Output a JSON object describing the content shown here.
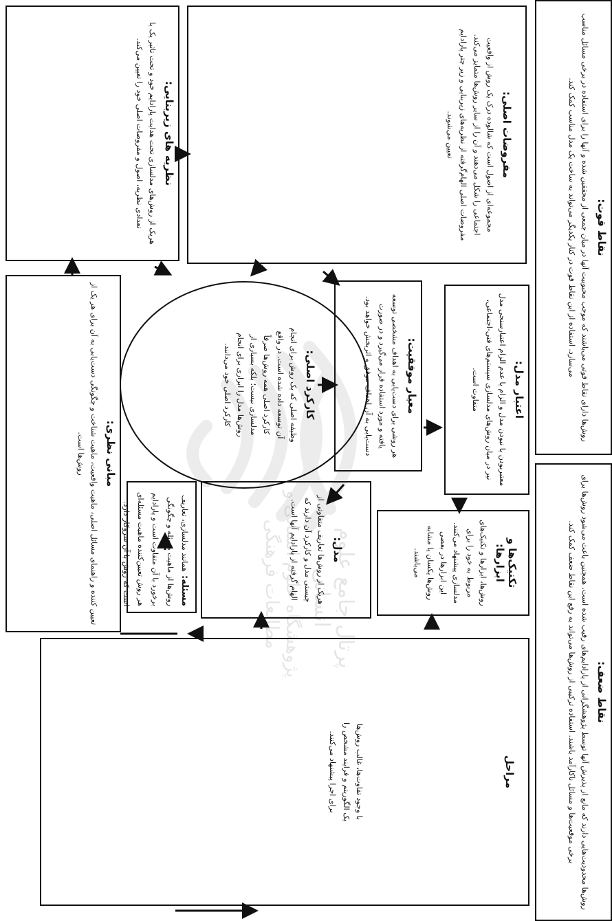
{
  "stages": {
    "title": "مراحل",
    "text": "با وجود تفاوت‌ها، غالب روش‌ها یک الگوریتم و فرایند مشخص را برای اجرا پیشنهاد می‌کنند."
  },
  "theoretical_foundations": {
    "title": "مبانی نظری:",
    "text": "تعیین کننده و راهنمای مسائل اصلی، ماهیت واقعیت، ماهیت شناخت و چگونگی دست‌یابی به آن برای هر یک از روش‌ها است."
  },
  "underlying_theories": {
    "title": "نظریه های زیربنایی:",
    "text": "هریک از روش‌های مدلسازی تحت هدایت پارادایم خود و تحت تاثیر یک یا تعدادی نظریه، اصول و مفروضات اصلی خود را تعیین می‌کند."
  },
  "main_assumptions": {
    "title": "مفروضات اصلی:",
    "text": "مجموعه‌ای از اصول است که شالوده درک یک روش از واقعیت اجتماعی را شکل می‌دهند و آن را از سایر روش‌ها متمایز می‌کند. مفروضات اصلی الهام‌گرفته از نظریه‌های زیربنایی و زیر چتر پارادایم تعیین می‌شوند."
  },
  "strengths": {
    "title": "نقاط قوت:",
    "text": "روش‌ها دارای نقاط قوتی می‌باشند که موجب محبوبیت آنها در میان جمعی از محققین شده و آنها را برای استفاده در برخی مسائل مناسب می‌سازد. استفاده از این نقاط قوت در کنار یکدیگر می‌تواند به ساخت یک مدل مناسب کمک کند."
  },
  "main_function": {
    "title": "کارکرد اصلی:",
    "text": "وظیفه اصلی که یک روش برای انجام آن توسعه داده شده است. در واقع کارکرد اصلی همه روش‌ها صرفاً مدلسازی نیست؛ بلکه بسیاری از روش‌ها مدل را ابزاری برای انجام کارکرد اصلی خود می‌دانند."
  },
  "success_criterion": {
    "title": "معیار موفقیت:",
    "text": "هر روشی برای دست‌یابی به اهداف مشخصی توسعه یافته و مورد استفاده قرار می‌گیرد و در صورت دست‌یابی به آن اهداف موفق و اثربخش خواهد بود."
  },
  "model_validity": {
    "title": "اعتبار مدل:",
    "text": "معتبربودن یا نبودن مدل و الزام یا عدم الزام اعتبارسنجی مدل نیز در میان روش‌های مدلسازی سیستم‌های فنی-اجتماعی، متفاوت است."
  },
  "problem": {
    "title": "مسئله:",
    "text": "همانند مدلسازی، تعاریف روش‌ها از ماهیت مسئله و چگونگی برخورد با آن متفاوت است و پارادایم هر روش تعیین‌کننده ماهیت مسئله‌ای است که روش با آن سروکار دارد."
  },
  "model": {
    "title": "مدل:",
    "text": "هریک از روش‌ها تعاریف متفاوتی از چیستی مدل و کارکرد آن دارند که الهام گرفته از پارادایم آنها است."
  },
  "techniques": {
    "title": "تکنیک‌ها و ابزارها:",
    "text": "روش‌ها، ابزارها و تکنیک‌های مربوط به خود را برای مدلسازی پیشنهاد می‌کنند. این ابزارها در بعضی روش‌ها یکسان یا مشابه می‌باشند."
  },
  "weaknesses": {
    "title": "نقاط ضعف:",
    "text": "روش‌ها محدودیت‌هایی دارند که مانع از پذیرش آنها توسط پژوهشگرانی از پارادایم‌های رقیب شده است. همچنین باعث می‌شود روش‌ها برای برخی موقعیت‌ها و مسائل ناکارآمد باشند. استفاده ترکیبی از روش‌ها می‌تواند به رفع این نقاط ضعف کمک کند."
  },
  "watermark": {
    "text1": "پرتال جامع علوم انسانی",
    "text2": "پژوهشگاه علوم انسانی و مطالعات فرهنگی"
  },
  "colors": {
    "line": "#111111",
    "watermark": "#9a9a9a"
  }
}
